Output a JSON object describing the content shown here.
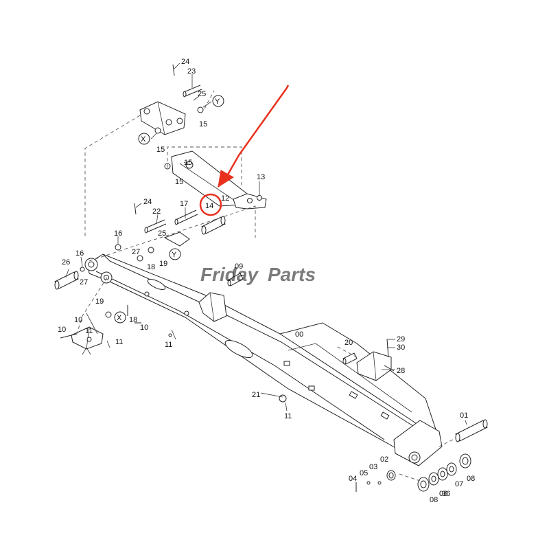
{
  "watermark": {
    "word1": "Friday",
    "word2": "Parts",
    "color1": "#4a7fc1",
    "color2": "#f2a33a"
  },
  "highlight": {
    "color": "#e8301c",
    "target_label": "14"
  },
  "callouts": {
    "c24a": "24",
    "c23": "23",
    "c25a": "25",
    "cYa": "Y",
    "c15a": "15",
    "cXa": "X",
    "c15b": "15",
    "c15c": "15",
    "c15d": "15",
    "c13": "13",
    "c12": "12",
    "c14": "14",
    "c24b": "24",
    "c22": "22",
    "c17": "17",
    "c16a": "16",
    "c16b": "16",
    "c25b": "25",
    "c27a": "27",
    "c18a": "18",
    "c19a": "19",
    "cYb": "Y",
    "c26": "26",
    "c27b": "27",
    "c09": "09",
    "c19b": "19",
    "cXb": "X",
    "c18b": "18",
    "c10a": "10",
    "c10b": "10",
    "c10c": "10",
    "c11a": "11",
    "c11b": "11",
    "c11c": "11",
    "c11d": "11",
    "c00": "00",
    "c20": "20",
    "c29": "29",
    "c30": "30",
    "c28": "28",
    "c21": "21",
    "c11e": "11",
    "c01": "01",
    "c02": "02",
    "c03": "03",
    "c04": "04",
    "c05": "05",
    "c06a": "06",
    "c06b": "06",
    "c07": "07",
    "c08a": "08",
    "c08b": "08"
  }
}
